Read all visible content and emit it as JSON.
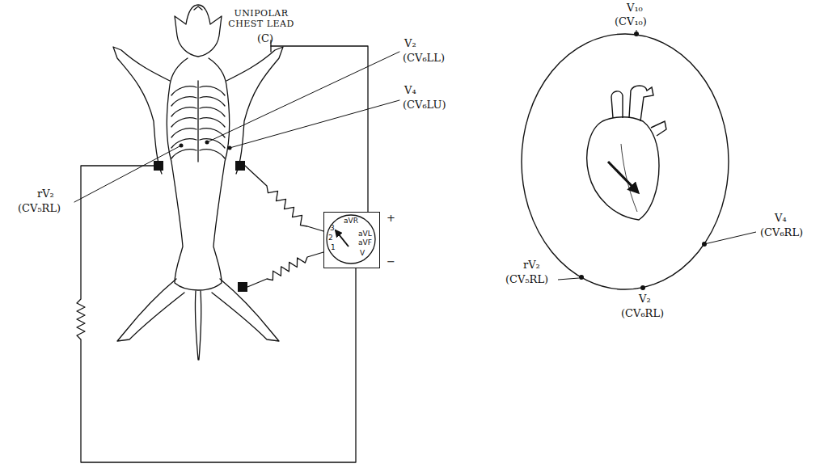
{
  "diagram": {
    "nodes": [
      {
        "text": [
          "aVR",
          "3",
          "2",
          "1",
          "aVL",
          "aVF",
          "V"
        ]
      }
    ],
    "labels": [
      "UNIPOLAR CHEST LEAD",
      "(C)",
      "V₂",
      "(CV₆LL)",
      "V₄",
      "(CV₆LU)",
      "rV₂",
      "(CV₅RL)",
      "+",
      "−",
      "V₁₀",
      "(CV₁₀)",
      "V₄",
      "(CV₆RL)",
      "rV₂",
      "(CV₅RL)",
      "V₂",
      "(CV₆RL)"
    ]
  }
}
